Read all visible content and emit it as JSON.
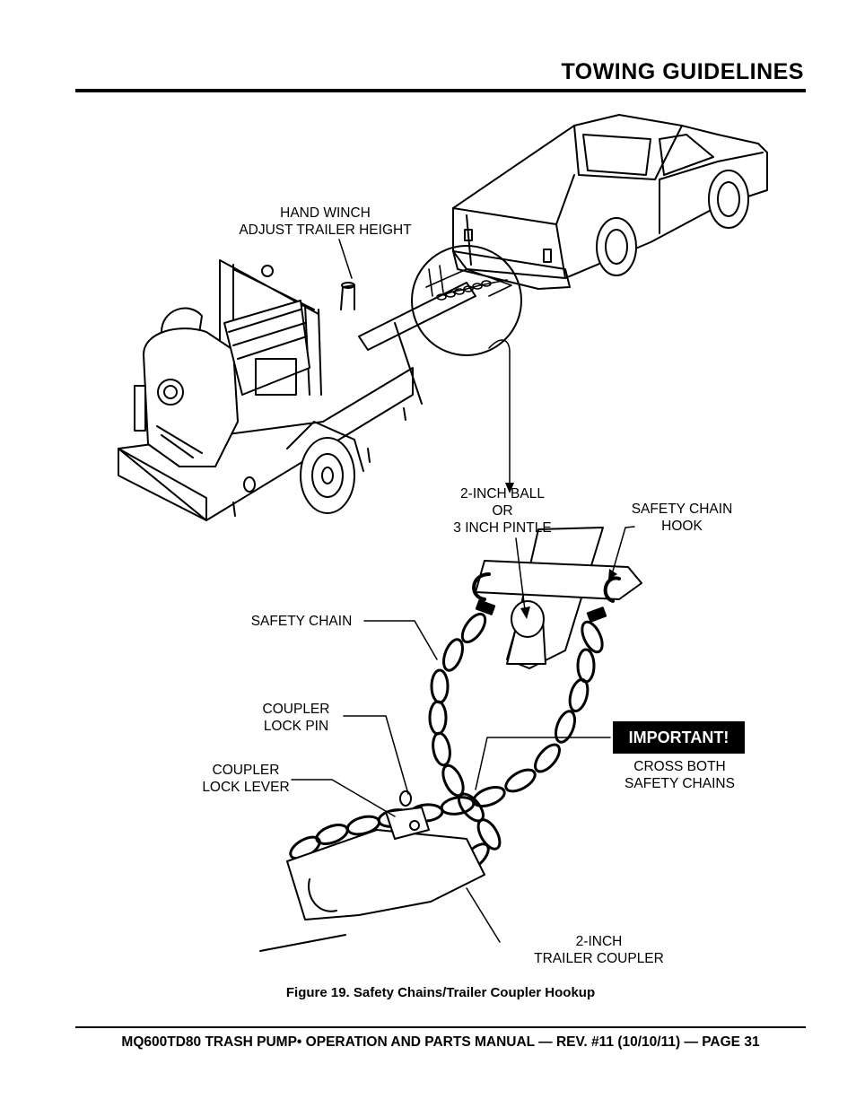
{
  "header": {
    "title": "TOWING GUIDELINES"
  },
  "labels": {
    "hand_winch_1": "HAND WINCH",
    "hand_winch_2": "ADJUST TRAILER HEIGHT",
    "ball_1": "2-INCH BALL",
    "ball_2": "OR",
    "ball_3": "3 INCH PINTLE",
    "hook_1": "SAFETY CHAIN",
    "hook_2": "HOOK",
    "safety_chain": "SAFETY CHAIN",
    "pin_1": "COUPLER",
    "pin_2": "LOCK PIN",
    "lever_1": "COUPLER",
    "lever_2": "LOCK LEVER",
    "important": "IMPORTANT!",
    "cross_1": "CROSS BOTH",
    "cross_2": "SAFETY CHAINS",
    "coupler_1": "2-INCH",
    "coupler_2": "TRAILER COUPLER"
  },
  "caption": "Figure 19. Safety Chains/Trailer Coupler Hookup",
  "footer": "MQ600TD80 TRASH PUMP• OPERATION AND PARTS MANUAL — REV. #11 (10/10/11) — PAGE 31"
}
